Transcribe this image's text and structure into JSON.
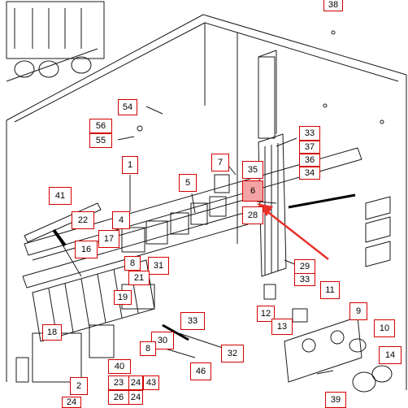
{
  "diagram": {
    "callouts": [
      {
        "id": "c-top",
        "label": "38"
      },
      {
        "id": "c54",
        "label": "54"
      },
      {
        "id": "c56",
        "label": "56"
      },
      {
        "id": "c55",
        "label": "55"
      },
      {
        "id": "c33a",
        "label": "33"
      },
      {
        "id": "c37",
        "label": "37"
      },
      {
        "id": "c36",
        "label": "36"
      },
      {
        "id": "c34",
        "label": "34"
      },
      {
        "id": "c1",
        "label": "1"
      },
      {
        "id": "c7",
        "label": "7"
      },
      {
        "id": "c35",
        "label": "35"
      },
      {
        "id": "c6",
        "label": "6",
        "highlight": true
      },
      {
        "id": "c5",
        "label": "5"
      },
      {
        "id": "c28",
        "label": "28"
      },
      {
        "id": "c41",
        "label": "41"
      },
      {
        "id": "c22",
        "label": "22"
      },
      {
        "id": "c4",
        "label": "4"
      },
      {
        "id": "c17",
        "label": "17"
      },
      {
        "id": "c16",
        "label": "16"
      },
      {
        "id": "c8a",
        "label": "8"
      },
      {
        "id": "c31",
        "label": "31"
      },
      {
        "id": "c21",
        "label": "21"
      },
      {
        "id": "c29",
        "label": "29"
      },
      {
        "id": "c33b",
        "label": "33"
      },
      {
        "id": "c11",
        "label": "11"
      },
      {
        "id": "c19",
        "label": "19"
      },
      {
        "id": "c12",
        "label": "12"
      },
      {
        "id": "c13",
        "label": "13"
      },
      {
        "id": "c9",
        "label": "9"
      },
      {
        "id": "c10",
        "label": "10"
      },
      {
        "id": "c18",
        "label": "18"
      },
      {
        "id": "c33c",
        "label": "33"
      },
      {
        "id": "c30",
        "label": "30"
      },
      {
        "id": "c32",
        "label": "32"
      },
      {
        "id": "c14",
        "label": "14"
      },
      {
        "id": "c8b",
        "label": "8"
      },
      {
        "id": "c40",
        "label": "40"
      },
      {
        "id": "c46",
        "label": "46"
      },
      {
        "id": "c2",
        "label": "2"
      },
      {
        "id": "c23",
        "label": "23"
      },
      {
        "id": "c24a",
        "label": "24"
      },
      {
        "id": "c43",
        "label": "43"
      },
      {
        "id": "c26",
        "label": "26"
      },
      {
        "id": "c24b",
        "label": "24"
      },
      {
        "id": "c24c",
        "label": "24"
      },
      {
        "id": "c39",
        "label": "39"
      }
    ]
  },
  "colors": {
    "callout_border": "#d40000",
    "highlight_fill": "#f3a3a3",
    "arrow": "#e8312a",
    "line_art": "#1a1a1a"
  }
}
